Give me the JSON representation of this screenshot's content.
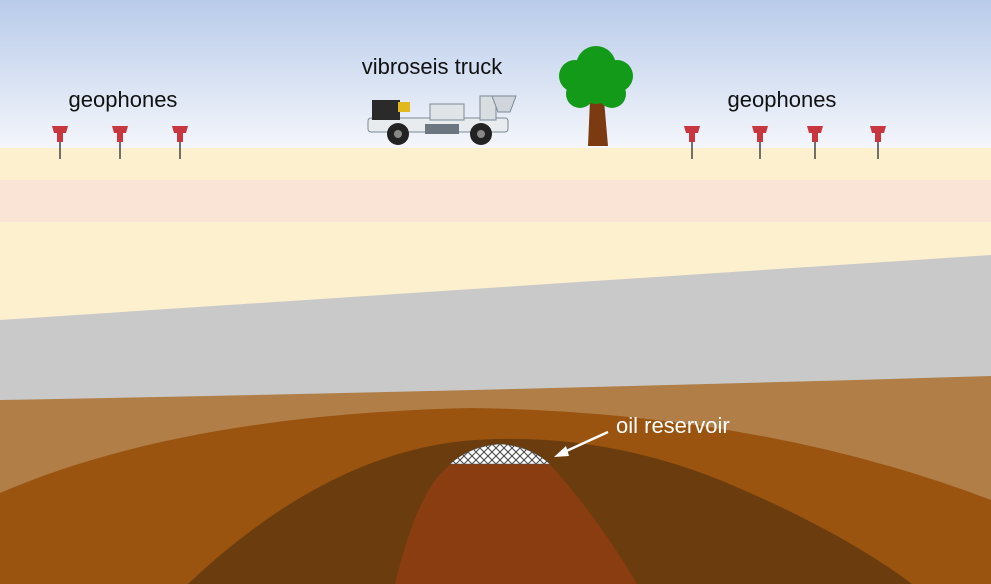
{
  "labels": {
    "geophones_left": "geophones",
    "vibroseis_truck": "vibroseis truck",
    "geophones_right": "geophones",
    "oil_reservoir": "oil reservoir"
  },
  "icons": {
    "geophone": "geophone-icon",
    "truck": "vibroseis-truck-icon",
    "tree": "tree-icon"
  },
  "colors": {
    "sky_top": "#b8cbea",
    "sky_bottom": "#f3f5fb",
    "surface_layer": "#fdf0cf",
    "pink_layer": "#f9e4d6",
    "gray_layer": "#c9c9c9",
    "light_brown": "#b07e46",
    "orange_brown": "#9a5410",
    "dark_brown": "#6a3c0e",
    "core_brown": "#8a3d10",
    "geophone_red": "#c8363f",
    "tree_green": "#139a18",
    "trunk_brown": "#7b3a12"
  }
}
